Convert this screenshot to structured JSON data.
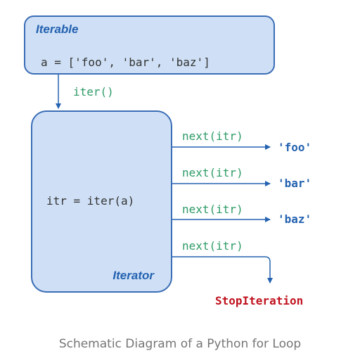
{
  "iterable": {
    "title": "Iterable",
    "code": "a = ['foo', 'bar', 'baz']"
  },
  "iter_call": "iter()",
  "iterator": {
    "title": "Iterator",
    "code": "itr = iter(a)"
  },
  "next_calls": [
    {
      "call": "next(itr)",
      "result": "'foo'"
    },
    {
      "call": "next(itr)",
      "result": "'bar'"
    },
    {
      "call": "next(itr)",
      "result": "'baz'"
    },
    {
      "call": "next(itr)",
      "result": "StopIteration"
    }
  ],
  "caption": "Schematic Diagram of a Python for Loop",
  "colors": {
    "box_fill": "#cfe0f6",
    "box_border": "#3a6db5",
    "arrow": "#2462b0",
    "call_text": "#2e9b66",
    "result_text": "#2462b0",
    "stop_text": "#c0121e"
  }
}
